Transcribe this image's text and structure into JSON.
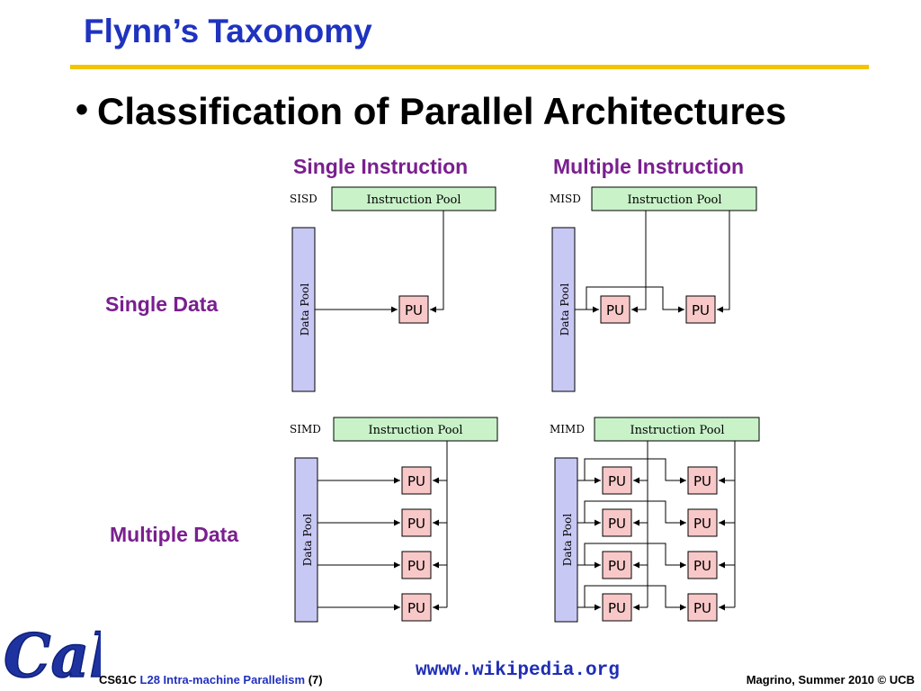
{
  "title": "Flynn’s Taxonomy",
  "bullet": "Classification of Parallel Architectures",
  "headers": {
    "single_instruction": "Single Instruction",
    "multiple_instruction": "Multiple Instruction",
    "single_data": "Single Data",
    "multiple_data": "Multiple Data"
  },
  "diagram": {
    "sisd": "SISD",
    "misd": "MISD",
    "simd": "SIMD",
    "mimd": "MIMD",
    "instruction_pool": "Instruction Pool",
    "data_pool": "Data Pool",
    "pu": "PU"
  },
  "footer": {
    "course": "CS61C",
    "lecture": "L28 Intra-machine Parallelism",
    "slide_number": "(7)",
    "url": "wwww.wikipedia.org",
    "credit": "Magrino, Summer 2010 © UCB"
  },
  "logo_text": "Cal",
  "colors": {
    "title": "#1F33C0",
    "rule": "#F2C500",
    "headers": "#7A1F8F",
    "instruction_pool_fill": "#C9F2C9",
    "data_pool_fill": "#C8C8F5",
    "pu_fill": "#F8C8C8",
    "logo": "#1F33A0"
  }
}
